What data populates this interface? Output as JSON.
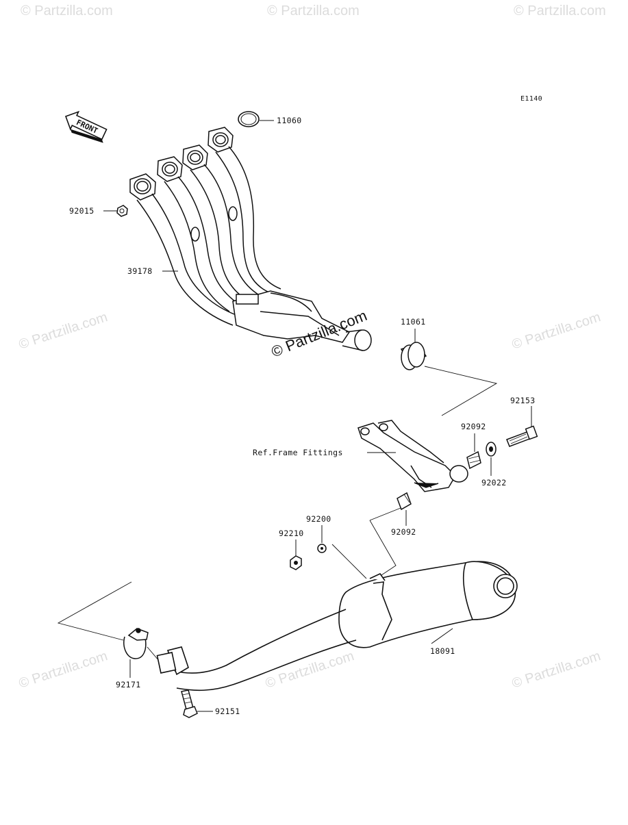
{
  "diagram_code": "E1140",
  "front_label": "FRONT",
  "watermark": "© Partzilla.com",
  "parts": {
    "p11060": "11060",
    "p92015": "92015",
    "p39178": "39178",
    "p11061": "11061",
    "p92153": "92153",
    "p92092a": "92092",
    "p92022": "92022",
    "p92092b": "92092",
    "p92200": "92200",
    "p92210": "92210",
    "p18091": "18091",
    "p92171": "92171",
    "p92151": "92151"
  },
  "ref_label": "Ref.Frame Fittings"
}
